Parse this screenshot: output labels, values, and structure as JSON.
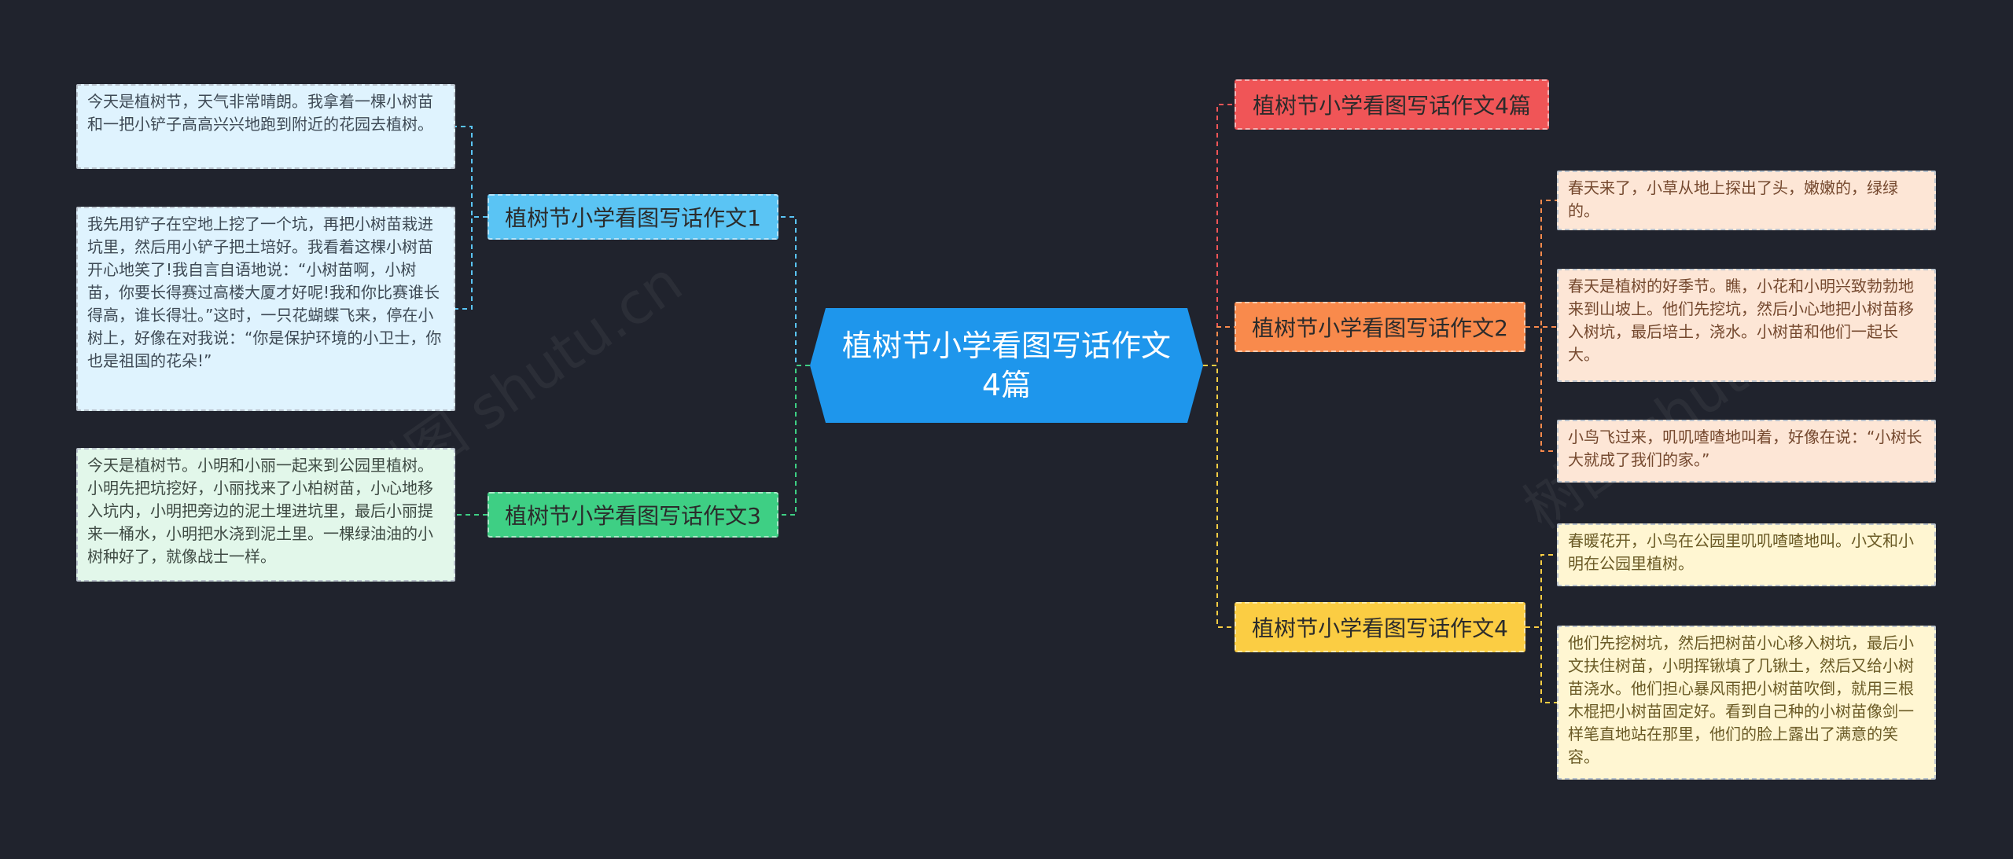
{
  "root": {
    "title": "植树节小学看图写话作文4篇"
  },
  "branches": [
    {
      "label": "植树节小学看图写话作文1",
      "color": "#5ac4f4",
      "leaves": [
        "今天是植树节，天气非常晴朗。我拿着一棵小树苗和一把小铲子高高兴兴地跑到附近的花园去植树。",
        "我先用铲子在空地上挖了一个坑，再把小树苗栽进坑里，然后用小铲子把土培好。我看着这棵小树苗开心地笑了!我自言自语地说：“小树苗啊，小树苗，你要长得赛过高楼大厦才好呢!我和你比赛谁长得高，谁长得壮。”这时，一只花蝴蝶飞来，停在小树上，好像在对我说：“你是保护环境的小卫士，你也是祖国的花朵!”"
      ]
    },
    {
      "label": "植树节小学看图写话作文3",
      "color": "#3ecf84",
      "leaves": [
        "今天是植树节。小明和小丽一起来到公园里植树。小明先把坑挖好，小丽找来了小柏树苗，小心地移入坑内，小明把旁边的泥土埋进坑里，最后小丽提来一桶水，小明把水浇到泥土里。一棵绿油油的小树种好了，就像战士一样。"
      ]
    },
    {
      "label": "植树节小学看图写话作文4篇",
      "color": "#f05557",
      "leaves": []
    },
    {
      "label": "植树节小学看图写话作文2",
      "color": "#f98a4c",
      "leaves": [
        "春天来了，小草从地上探出了头，嫩嫩的，绿绿的。",
        "春天是植树的好季节。瞧，小花和小明兴致勃勃地来到山坡上。他们先挖坑，然后小心地把小树苗移入树坑，最后培土，浇水。小树苗和他们一起长大。",
        "小鸟飞过来，叽叽喳喳地叫着，好像在说：“小树长大就成了我们的家。”"
      ]
    },
    {
      "label": "植树节小学看图写话作文4",
      "color": "#fbcd43",
      "leaves": [
        "春暖花开，小鸟在公园里叽叽喳喳地叫。小文和小明在公园里植树。",
        "他们先挖树坑，然后把树苗小心移入树坑，最后小文扶住树苗，小明挥锹填了几锹土，然后又给小树苗浇水。他们担心暴风雨把小树苗吹倒，就用三根木棍把小树苗固定好。看到自己种的小树苗像剑一样笔直地站在那里，他们的脸上露出了满意的笑容。"
      ]
    }
  ],
  "watermark": "树图 shutu.cn"
}
